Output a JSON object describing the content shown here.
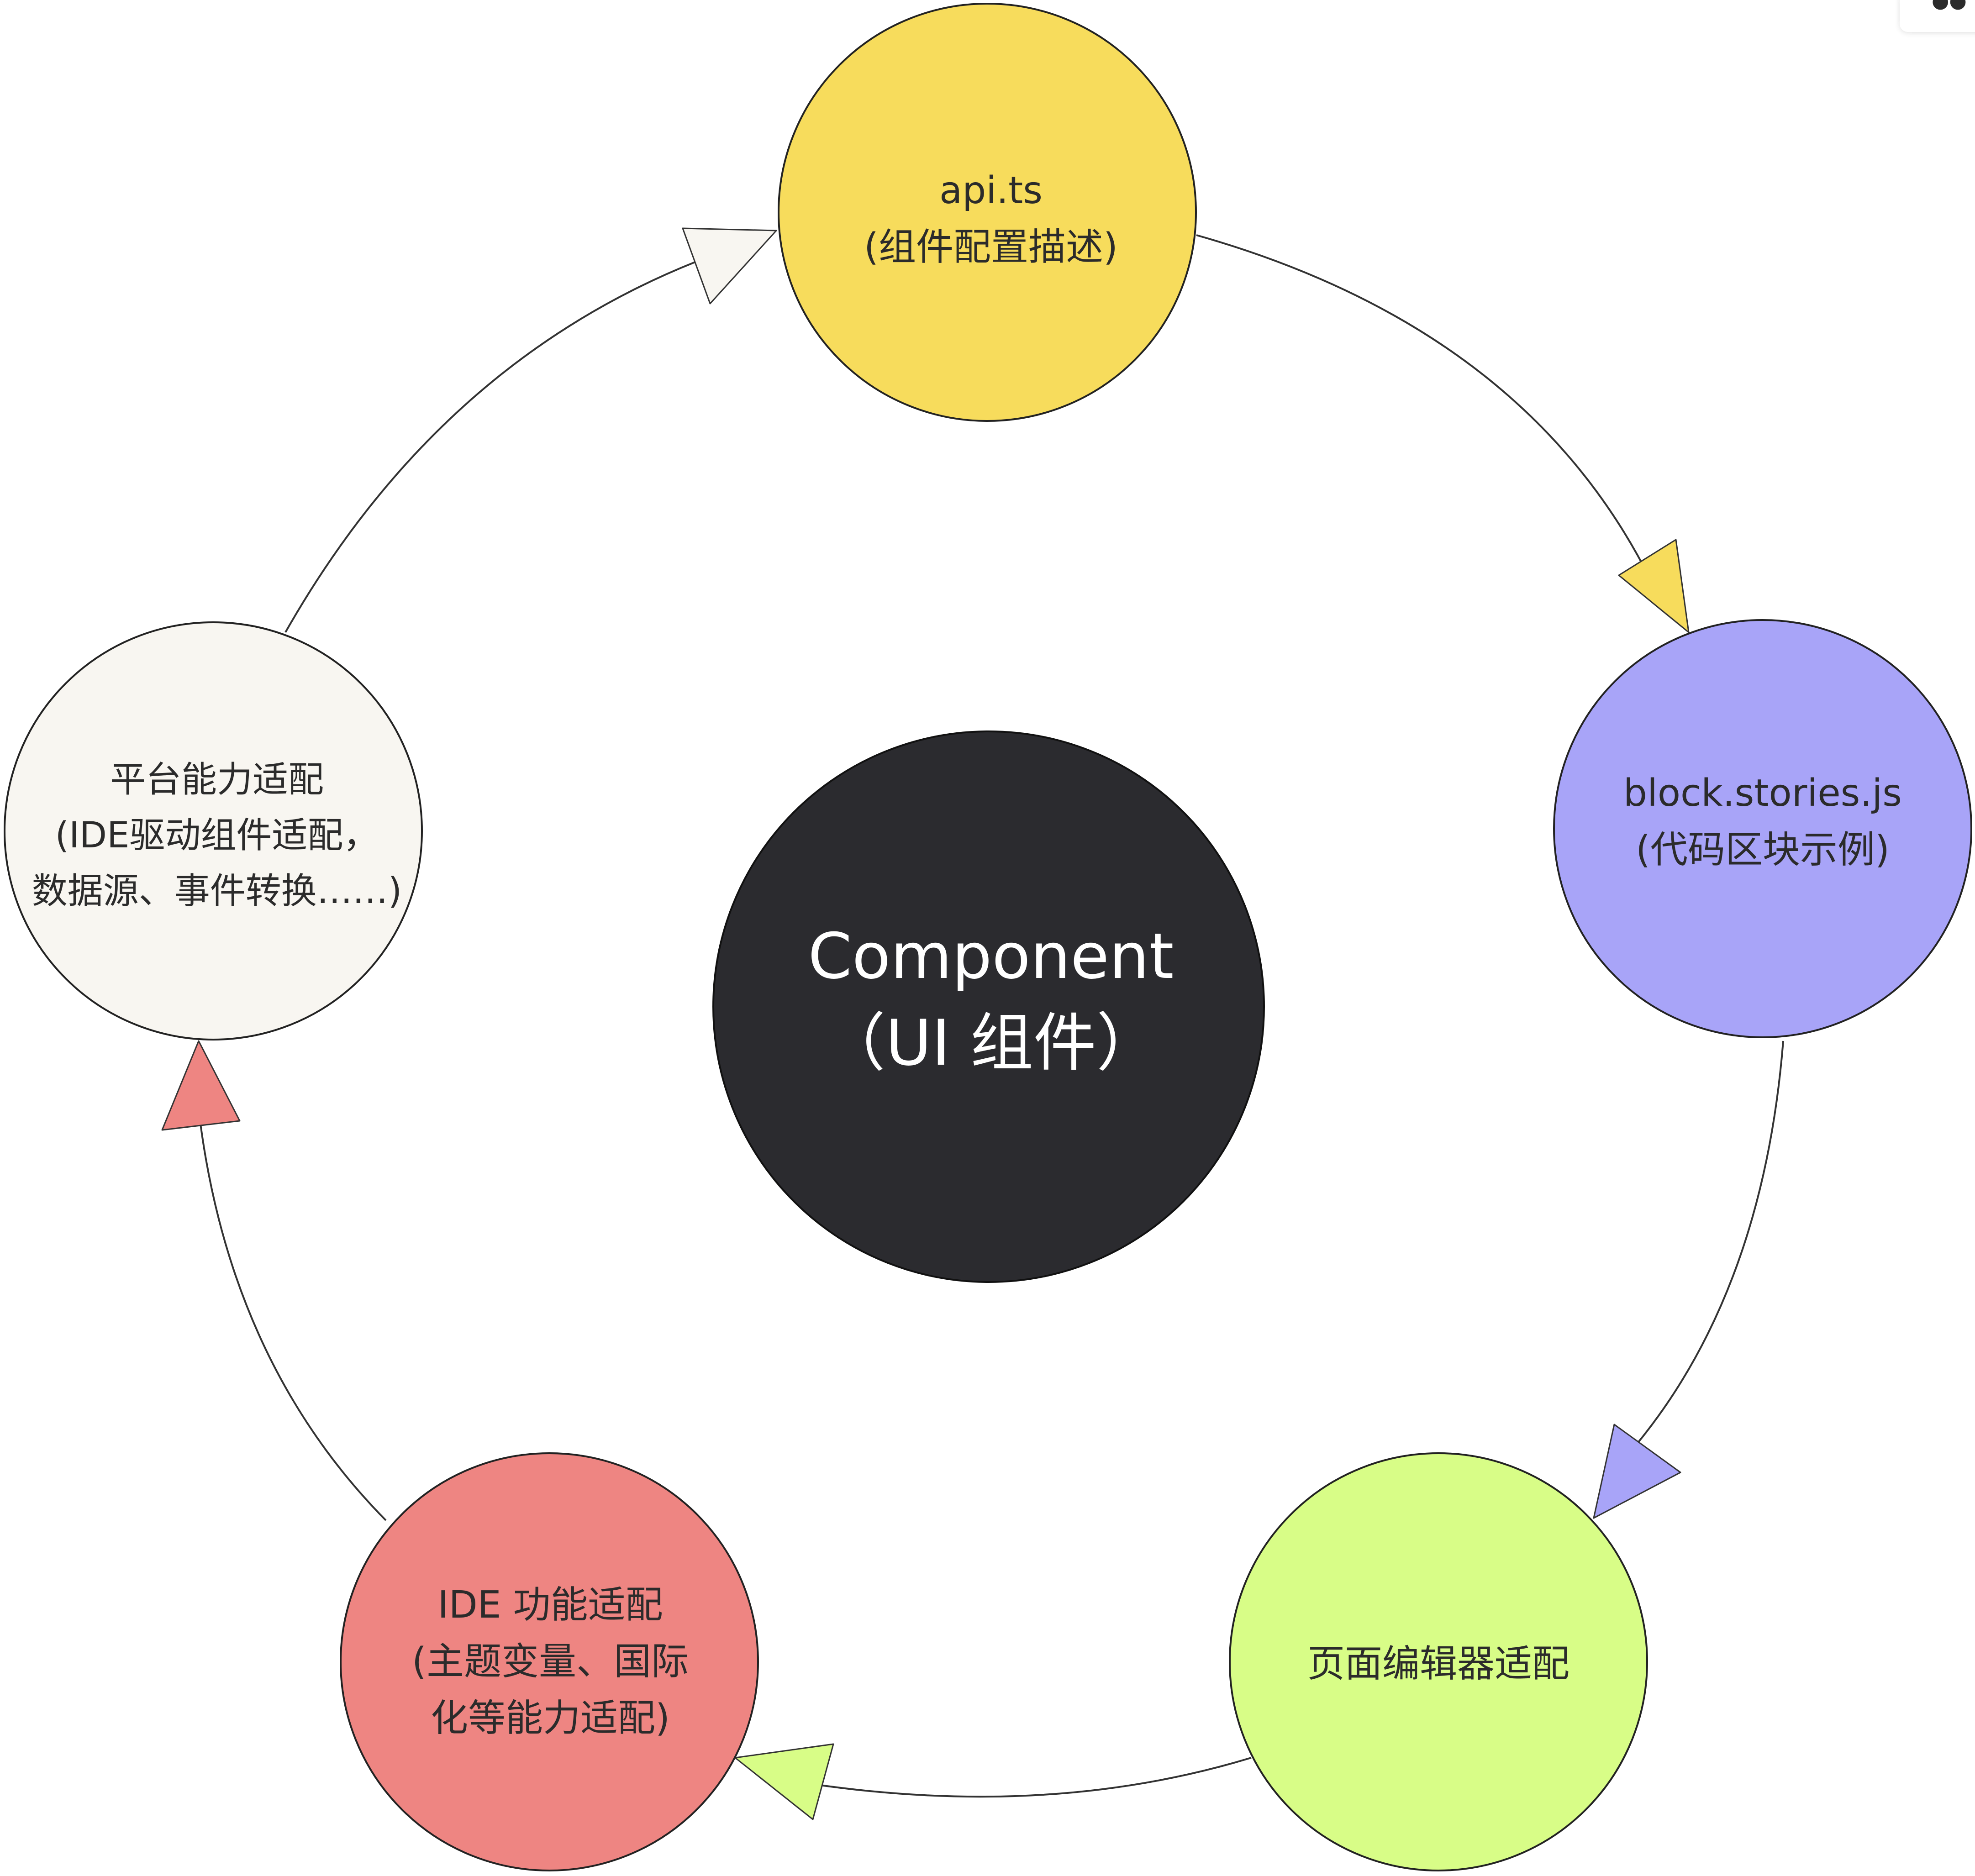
{
  "colors": {
    "api": "#F7DC5C",
    "block": "#A8A4F8",
    "editor": "#D8FD87",
    "ide": "#EE8582",
    "platform": "#F8F6F1",
    "center": "#2B2B2F",
    "stroke": "#1f1f1f",
    "text_dark": "#2b2b2b",
    "text_light": "#ffffff"
  },
  "nodes": {
    "center": {
      "line1": "Component",
      "line2": "（UI 组件）"
    },
    "api": {
      "line1": "api.ts",
      "line2": "(组件配置描述)"
    },
    "block": {
      "line1": "block.stories.js",
      "line2": "(代码区块示例)"
    },
    "editor": {
      "line1": "页面编辑器适配"
    },
    "ide": {
      "line1": "IDE 功能适配",
      "line2": "(主题变量、国际",
      "line3": "化等能力适配)"
    },
    "platform": {
      "line1": "平台能力适配",
      "line2": "(IDE驱动组件适配，",
      "line3": "数据源、事件转换……)"
    }
  },
  "edges": [
    {
      "from": "api",
      "to": "block",
      "arrow_color_key": "api"
    },
    {
      "from": "block",
      "to": "editor",
      "arrow_color_key": "block"
    },
    {
      "from": "editor",
      "to": "ide",
      "arrow_color_key": "editor"
    },
    {
      "from": "ide",
      "to": "platform",
      "arrow_color_key": "ide"
    },
    {
      "from": "platform",
      "to": "api",
      "arrow_color_key": "platform"
    }
  ],
  "corner_tab": {
    "icon": "partial-label-icon"
  }
}
